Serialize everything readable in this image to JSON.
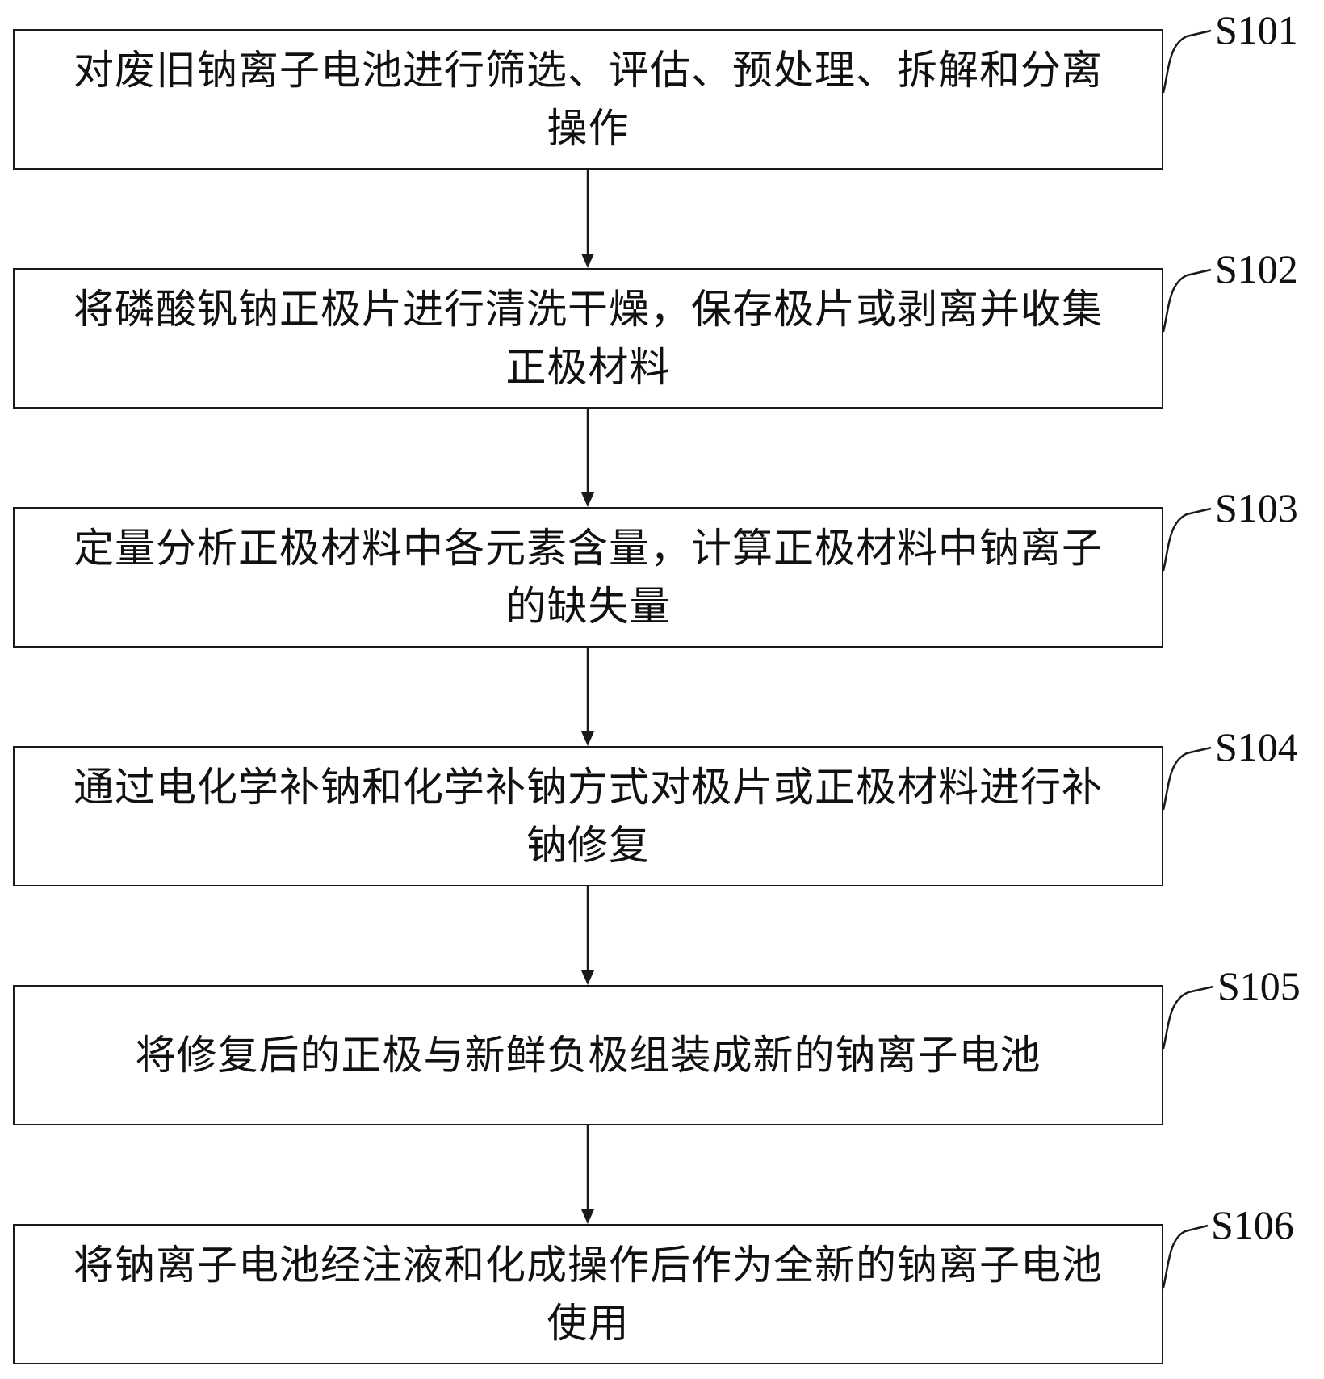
{
  "steps": [
    {
      "id": "S101",
      "text": "对废旧钠离子电池进行筛选、评估、预处理、拆解和分离操作"
    },
    {
      "id": "S102",
      "text": "将磷酸钒钠正极片进行清洗干燥，保存极片或剥离并收集正极材料"
    },
    {
      "id": "S103",
      "text": "定量分析正极材料中各元素含量，计算正极材料中钠离子的缺失量"
    },
    {
      "id": "S104",
      "text": "通过电化学补钠和化学补钠方式对极片或正极材料进行补钠修复"
    },
    {
      "id": "S105",
      "text": "将修复后的正极与新鲜负极组装成新的钠离子电池"
    },
    {
      "id": "S106",
      "text": "将钠离子电池经注液和化成操作后作为全新的钠离子电池使用"
    }
  ],
  "colors": {
    "stroke": "#1a1a1a",
    "text": "#111111",
    "background": "#ffffff"
  }
}
